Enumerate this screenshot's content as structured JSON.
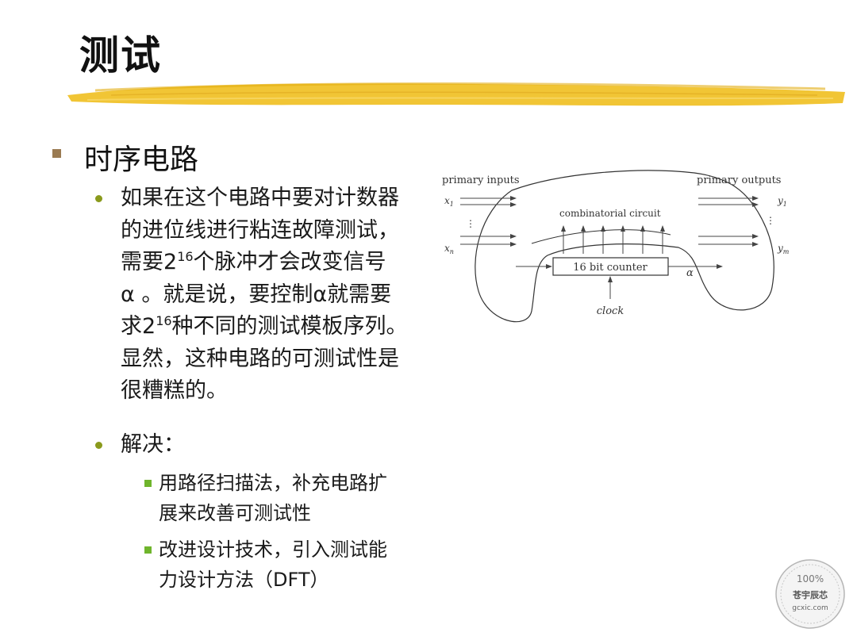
{
  "slide": {
    "title": "测试",
    "level1": "时序电路",
    "bullet1": {
      "line1": "如果在这个电路中要对计数器",
      "line2": "的进位线进行粘连故障测试，",
      "line3_a": "需要2",
      "line3_sup": "16",
      "line3_b": "个脉冲才会改变信号",
      "line4": "α 。就是说，要控制α就需要",
      "line5_a": "求2",
      "line5_sup": "16",
      "line5_b": "种不同的测试模板序列。",
      "line6": "显然，这种电路的可测试性是",
      "line7": "很糟糕的。"
    },
    "bullet2": "解决：",
    "sub1": {
      "line1": "用路径扫描法，补充电路扩",
      "line2": "展来改善可测试性"
    },
    "sub2": {
      "line1": "改进设计技术，引入测试能",
      "line2": "力设计方法（DFT）"
    }
  },
  "diagram": {
    "primary_inputs": "primary inputs",
    "primary_outputs": "primary outputs",
    "x1": "x",
    "x1_sub": "1",
    "xn": "x",
    "xn_sub": "n",
    "y1": "y",
    "y1_sub": "1",
    "ym": "y",
    "ym_sub": "m",
    "dots": "⋮",
    "combinatorial_circuit": "combinatorial circuit",
    "counter": "16 bit counter",
    "alpha": "α",
    "clock": "clock"
  },
  "stamp": {
    "percent": "100%",
    "name": "苍宇辰芯",
    "site": "gcxic.com"
  },
  "colors": {
    "brush": "#f0c22a",
    "level1_marker": "#9a7b52",
    "bullet_dot": "#8a9a1c",
    "sub_marker": "#6fb52c"
  }
}
